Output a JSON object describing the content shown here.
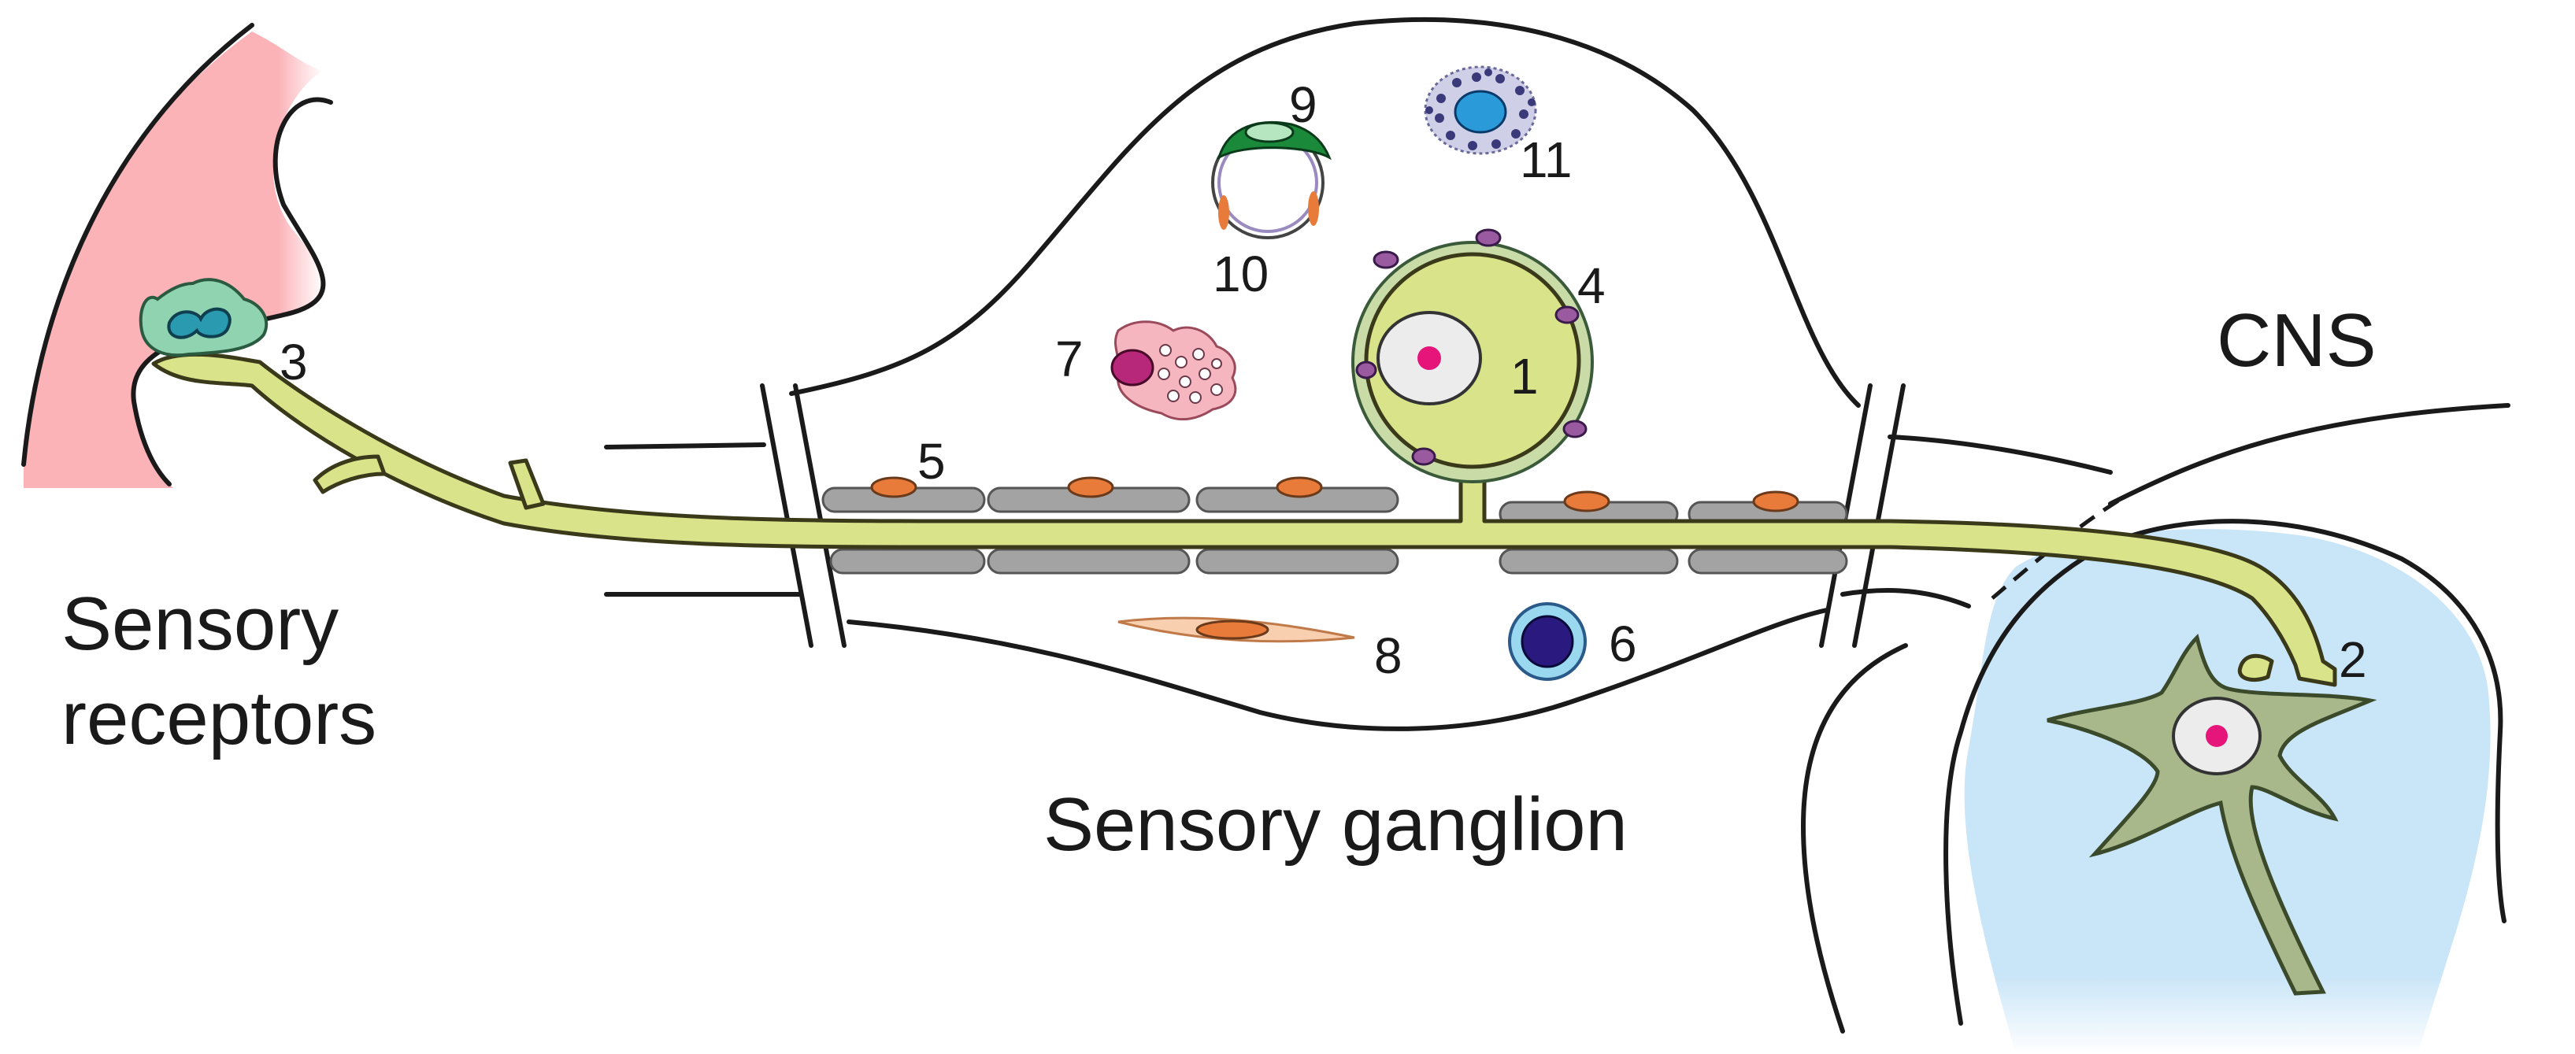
{
  "regions": {
    "receptors": "Sensory\nreceptors",
    "ganglion": "Sensory ganglion",
    "cns": "CNS"
  },
  "numbers": [
    "1",
    "2",
    "3",
    "4",
    "5",
    "6",
    "7",
    "8",
    "9",
    "10",
    "11"
  ],
  "colors": {
    "axon": "#d9e38a",
    "axon_stroke": "#3a3a1a",
    "receptor_tissue": "#fbb8bd",
    "cns_region": "#cbe6f8",
    "cns_neuron": "#a8b88a",
    "schwann": "#a0a0a0",
    "schwann_nucleus": "#e87a3a",
    "nucleolus": "#e5157a",
    "satellite": "#9a5aa0",
    "mast": "#f4a8b4",
    "lymphocyte": "#3a2a8a",
    "pericyte": "#2a8a3a"
  }
}
